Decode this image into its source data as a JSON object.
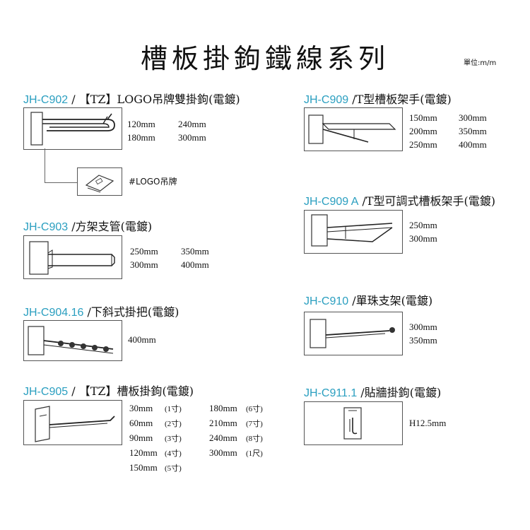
{
  "title": "槽板掛鉤鐵線系列",
  "unit_label": "單位:m/m",
  "products": [
    {
      "code": "JH-C902",
      "name": " / 【TZ】LOGO吊牌雙掛鉤(電鍍)",
      "rows": [
        [
          "120mm",
          "240mm"
        ],
        [
          "180mm",
          "300mm"
        ]
      ],
      "extra": "#LOGO吊牌"
    },
    {
      "code": "JH-C903",
      "name": " /方架支管(電鍍)",
      "rows": [
        [
          "250mm",
          "350mm"
        ],
        [
          "300mm",
          "400mm"
        ]
      ]
    },
    {
      "code": "JH-C904.16",
      "name": " /下斜式掛把(電鍍)",
      "rows": [
        [
          "400mm"
        ]
      ]
    },
    {
      "code": "JH-C905",
      "name": " / 【TZ】槽板掛鉤(電鍍)",
      "rows_left": [
        [
          "30mm",
          "(1寸)"
        ],
        [
          "60mm",
          "(2寸)"
        ],
        [
          "90mm",
          "(3寸)"
        ],
        [
          "120mm",
          "(4寸)"
        ],
        [
          "150mm",
          "(5寸)"
        ]
      ],
      "rows_right": [
        [
          "180mm",
          "(6寸)"
        ],
        [
          "210mm",
          "(7寸)"
        ],
        [
          "240mm",
          "(8寸)"
        ],
        [
          "300mm",
          "(1尺)"
        ]
      ]
    },
    {
      "code": "JH-C909",
      "name": " /T型槽板架手(電鍍)",
      "rows": [
        [
          "150mm",
          "300mm"
        ],
        [
          "200mm",
          "350mm"
        ],
        [
          "250mm",
          "400mm"
        ]
      ]
    },
    {
      "code": "JH-C909 A",
      "name": " /T型可調式槽板架手(電鍍)",
      "rows": [
        [
          "250mm"
        ],
        [
          "300mm"
        ]
      ]
    },
    {
      "code": "JH-C910",
      "name": " /單珠支架(電鍍)",
      "rows": [
        [
          "300mm"
        ],
        [
          "350mm"
        ]
      ]
    },
    {
      "code": "JH-C911.1",
      "name": " /貼牆掛鉤(電鍍)",
      "rows": [
        [
          "H12.5mm"
        ]
      ]
    }
  ]
}
